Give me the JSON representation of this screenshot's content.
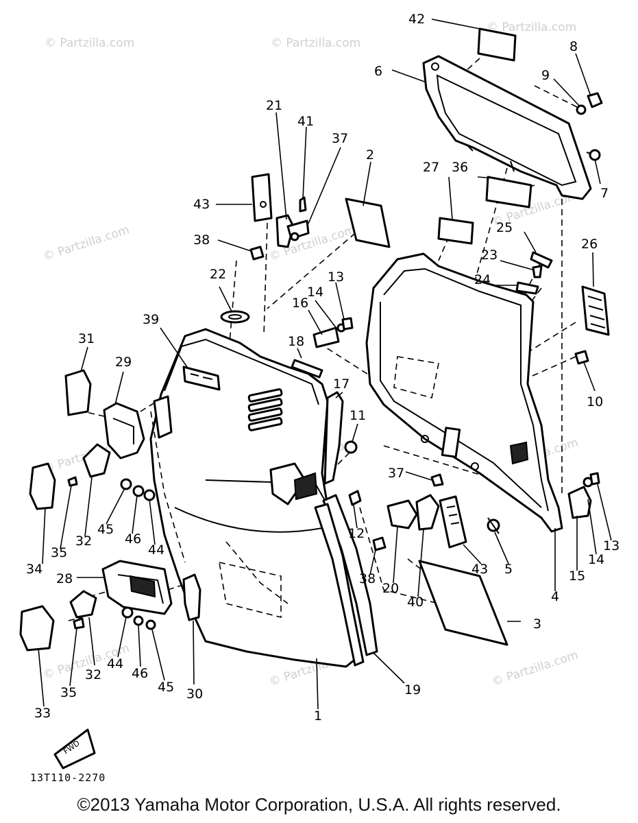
{
  "callouts": {
    "c42": "42",
    "c6": "6",
    "c8": "8",
    "c9": "9",
    "c7": "7",
    "c21": "21",
    "c41": "41",
    "c37a": "37",
    "c2": "2",
    "c27": "27",
    "c36": "36",
    "c43a": "43",
    "c38a": "38",
    "c25": "25",
    "c26": "26",
    "c23": "23",
    "c24": "24",
    "c22": "22",
    "c13a": "13",
    "c14a": "14",
    "c16": "16",
    "c18": "18",
    "c39": "39",
    "c31": "31",
    "c29": "29",
    "c17": "17",
    "c10": "10",
    "c11": "11",
    "c34": "34",
    "c35a": "35",
    "c32a": "32",
    "c45a": "45",
    "c46a": "46",
    "c44a": "44",
    "c37b": "37",
    "c12": "12",
    "c38b": "38",
    "c20": "20",
    "c40": "40",
    "c43b": "43",
    "c5": "5",
    "c4": "4",
    "c15": "15",
    "c14b": "14",
    "c13b": "13",
    "c28": "28",
    "c3": "3",
    "c33": "33",
    "c35b": "35",
    "c32b": "32",
    "c44b": "44",
    "c46b": "46",
    "c45b": "45",
    "c30": "30",
    "c1": "1",
    "c19": "19"
  },
  "fwd_label": "FWD",
  "watermark": "© Partzilla.com",
  "drawing_code": "13T110-2270",
  "copyright": "©2013 Yamaha Motor Corporation, U.S.A. All rights reserved."
}
